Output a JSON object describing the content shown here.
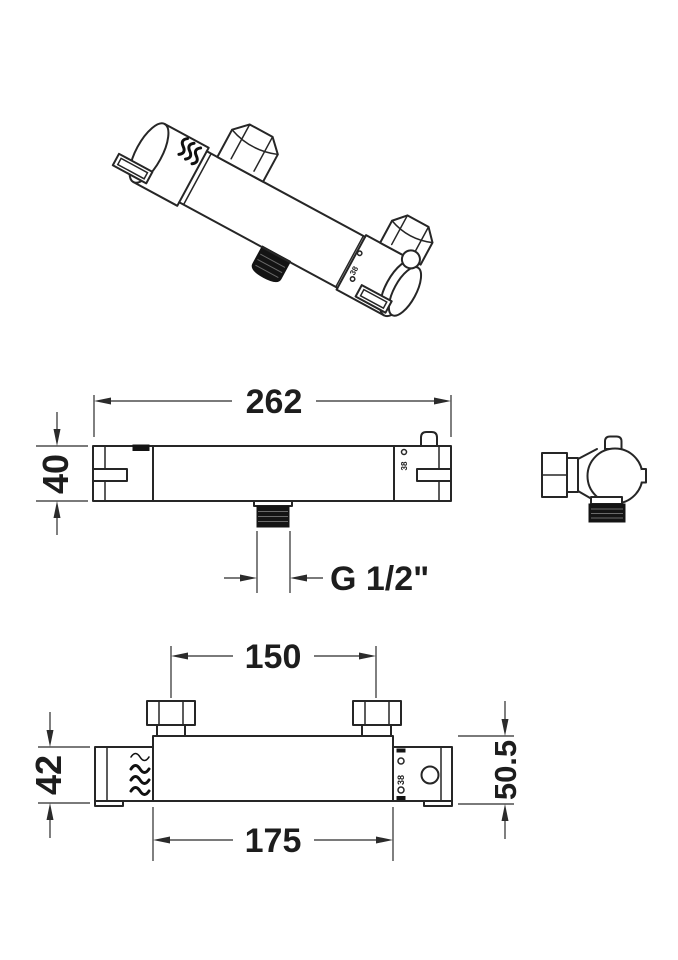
{
  "views": {
    "isometric": {
      "temp_marking": "38",
      "icons": {
        "flow_waves": "water-flow-waves-icon",
        "hex_nut": "hex-nut-icon",
        "outlet": "threaded-outlet-icon",
        "safety_button": "safety-stop-button-icon",
        "temp_dot": "temperature-scale-dot-icon"
      }
    },
    "front": {
      "dim_width": "262",
      "dim_height": "40",
      "dim_outlet_thread": "G 1/2\"",
      "temp_marking": "38"
    },
    "side": {},
    "top": {
      "dim_inlet_spacing": "150",
      "dim_handle_depth": "42",
      "dim_overall_depth": "50.5",
      "dim_body_length": "175",
      "temp_marking": "38"
    },
    "colors": {
      "line": "#262626",
      "fill_dark": "#141414",
      "background": "#ffffff"
    }
  }
}
